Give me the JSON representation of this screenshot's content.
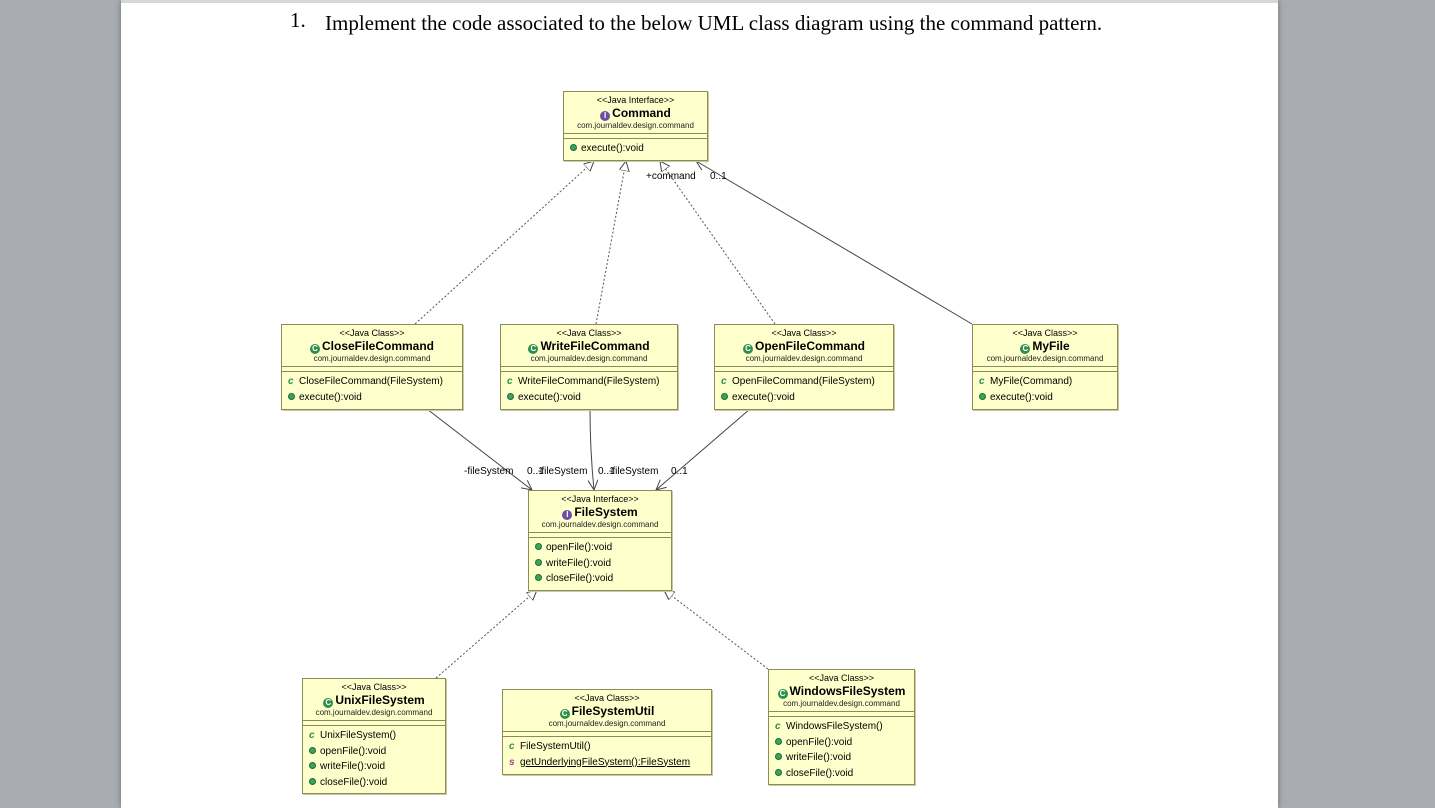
{
  "question": {
    "number": "1.",
    "text": "Implement the code associated to the below UML class diagram using the command pattern."
  },
  "diagram": {
    "classes": {
      "command": {
        "stereotype": "<<Java Interface>>",
        "name": "Command",
        "package": "com.journaldev.design.command",
        "members": [
          "execute():void"
        ]
      },
      "close": {
        "stereotype": "<<Java Class>>",
        "name": "CloseFileCommand",
        "package": "com.journaldev.design.command",
        "members": [
          "CloseFileCommand(FileSystem)",
          "execute():void"
        ]
      },
      "write": {
        "stereotype": "<<Java Class>>",
        "name": "WriteFileCommand",
        "package": "com.journaldev.design.command",
        "members": [
          "WriteFileCommand(FileSystem)",
          "execute():void"
        ]
      },
      "open": {
        "stereotype": "<<Java Class>>",
        "name": "OpenFileCommand",
        "package": "com.journaldev.design.command",
        "members": [
          "OpenFileCommand(FileSystem)",
          "execute():void"
        ]
      },
      "myfile": {
        "stereotype": "<<Java Class>>",
        "name": "MyFile",
        "package": "com.journaldev.design.command",
        "members": [
          "MyFile(Command)",
          "execute():void"
        ]
      },
      "filesystem": {
        "stereotype": "<<Java Interface>>",
        "name": "FileSystem",
        "package": "com.journaldev.design.command",
        "members": [
          "openFile():void",
          "writeFile():void",
          "closeFile():void"
        ]
      },
      "unix": {
        "stereotype": "<<Java Class>>",
        "name": "UnixFileSystem",
        "package": "com.journaldev.design.command",
        "members": [
          "UnixFileSystem()",
          "openFile():void",
          "writeFile():void",
          "closeFile():void"
        ]
      },
      "util": {
        "stereotype": "<<Java Class>>",
        "name": "FileSystemUtil",
        "package": "com.journaldev.design.command",
        "members": [
          "FileSystemUtil()",
          "getUnderlyingFileSystem():FileSystem"
        ]
      },
      "windows": {
        "stereotype": "<<Java Class>>",
        "name": "WindowsFileSystem",
        "package": "com.journaldev.design.command",
        "members": [
          "WindowsFileSystem()",
          "openFile():void",
          "writeFile():void",
          "closeFile():void"
        ]
      }
    },
    "labels": {
      "command_role": "+command",
      "command_mult": "0..1",
      "fs_role_1": "-fileSystem",
      "fs_mult_1": "0..1",
      "fs_role_2": "-fileSystem",
      "fs_mult_2": "0..1",
      "fs_role_3": "-fileSystem",
      "fs_mult_3": "0..1"
    }
  }
}
